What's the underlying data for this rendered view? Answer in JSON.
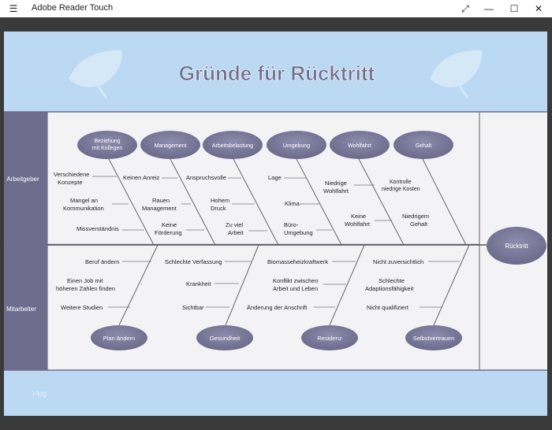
{
  "app": {
    "title": "Adobe Reader Touch"
  },
  "window_controls": {
    "menu_icon": "hamburger-icon",
    "fullscreen_icon": "expand-icon",
    "minimize_icon": "minimize-icon",
    "maximize_icon": "maximize-icon",
    "close_icon": "close-icon"
  },
  "diagram": {
    "title": "Gründe für Rücktritt",
    "rows": {
      "top": "Arbeitgeber",
      "bottom": "Mitarbeiter"
    },
    "head": "Rücktritt",
    "top_categories": [
      "Beziehung mit Kollegen",
      "Management",
      "Arbeitsbelastung",
      "Umgebung",
      "Wohlfahrt",
      "Gehalt"
    ],
    "top_causes": {
      "beziehung": [
        "Verschiedene Konzepte",
        "Mangel an Kommunikation",
        "Missverständnis"
      ],
      "management": [
        "Keinen Anreiz",
        "Rauen Management",
        "Keine Förderung"
      ],
      "arbeitsbelastung": [
        "Anspruchsvolle",
        "Hohem Druck",
        "Zu viel Arbeit"
      ],
      "umgebung": [
        "Lage",
        "Klima",
        "Büro-Umgebung"
      ],
      "wohlfahrt": [
        "Niedrige Wohlfahrt",
        "Keine Wohlfahrt"
      ],
      "gehalt": [
        "Kontrolle niedrige Kosten",
        "Niedrigem Gehalt"
      ]
    },
    "bottom_categories": [
      "Plan ändern",
      "Gesundheit",
      "Residenz",
      "Selbstvertrauen"
    ],
    "bottom_causes": {
      "plan": [
        "Beruf ändern",
        "Einen Job mit höheren Zahlen finden",
        "Weitere Studien"
      ],
      "gesundheit": [
        "Schlechte Verfassung",
        "Krankheit",
        "Sichtbar"
      ],
      "residenz": [
        "Biomasseheizkraftwerk",
        "Konflikt zwischen Arbeit und Leben",
        "Änderung der Anschrift"
      ],
      "selbstvertrauen": [
        "Nicht zuversichtlich",
        "Schlechte Adaptionsfähigkeit",
        "Nicht qualifiziert"
      ]
    },
    "footer_text": "Hog"
  },
  "colors": {
    "accent_light": "#bcd9f4",
    "box_gray": "#6e6d8e",
    "ellipse": "#7a7896",
    "title": "#727090"
  }
}
